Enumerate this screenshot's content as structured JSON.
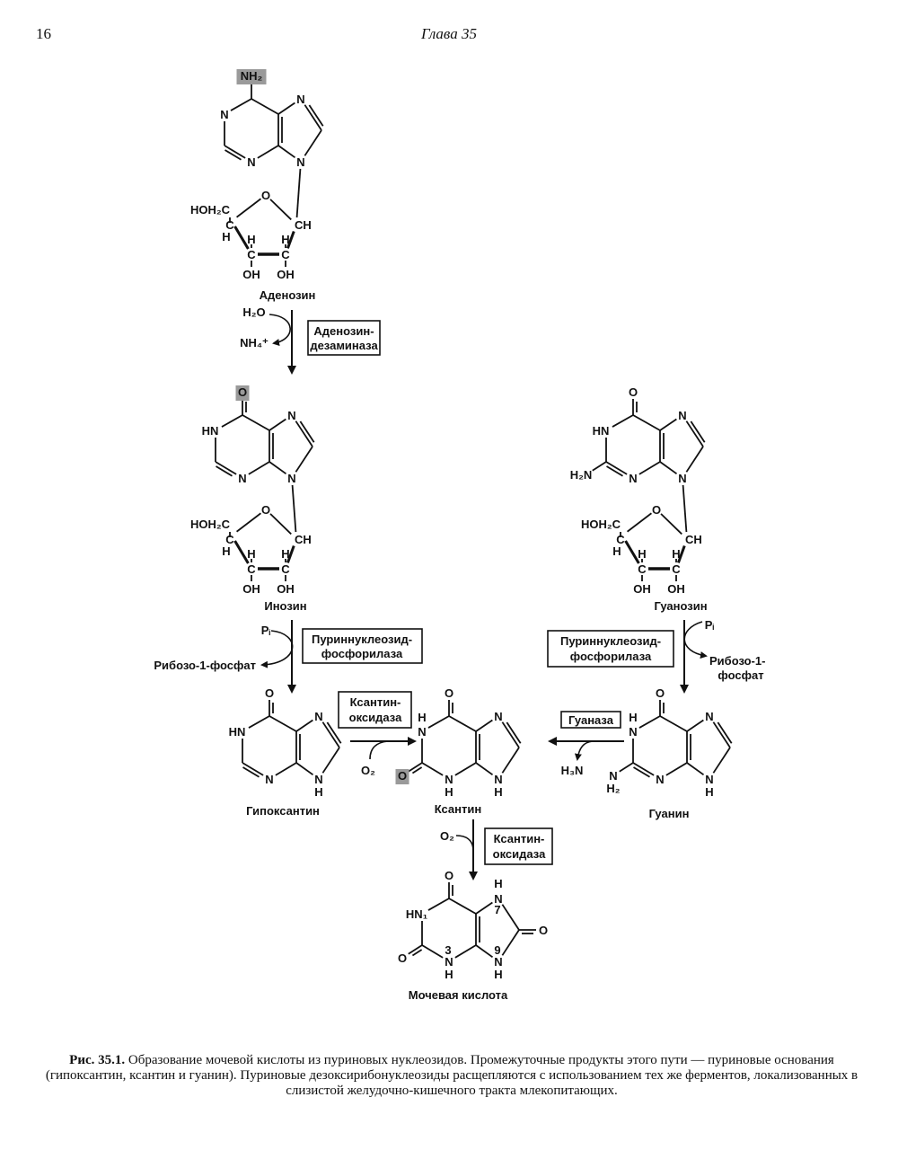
{
  "header": {
    "page_number": "16",
    "chapter": "Глава 35"
  },
  "molecules": {
    "adenosine": {
      "name": "Аденозин",
      "sub6": "NH₂",
      "n1": "N",
      "n3": "N",
      "n7": "N",
      "n9": "N"
    },
    "inosine": {
      "name": "Инозин",
      "sub6": "O",
      "n1": "HN",
      "n3": "N",
      "n7": "N",
      "n9": "N"
    },
    "guanosine": {
      "name": "Гуанозин",
      "sub6": "O",
      "n1": "HN",
      "sub2": "H₂N",
      "n3": "N",
      "n7": "N",
      "n9": "N"
    },
    "hypoxanthine": {
      "name": "Гипоксантин",
      "sub6": "O",
      "n1": "HN",
      "n3": "N",
      "n7": "N",
      "n9": "N",
      "h9": "H"
    },
    "xanthine": {
      "name": "Ксантин",
      "sub6": "O",
      "n1": "N",
      "h1": "H",
      "sub2": "O",
      "n3": "N",
      "h3": "H",
      "n7": "N",
      "n9": "N",
      "h9": "H"
    },
    "guanine": {
      "name": "Гуанин",
      "sub6": "O",
      "n1": "N",
      "h1": "H",
      "sub2": "N",
      "sub2h": "H₂",
      "n3": "N",
      "n7": "N",
      "n9": "N",
      "h9": "H"
    },
    "uric_acid": {
      "name": "Мочевая кислота",
      "sub6": "O",
      "n1": "HN₁",
      "sub2": "O",
      "n3": "N",
      "n3num": "3",
      "h3": "H",
      "n7": "N",
      "n7num": "7",
      "h7": "H",
      "sub8": "O",
      "n9": "N",
      "n9num": "9",
      "h9": "H"
    }
  },
  "ribose": {
    "ch2oh": "HOH₂C",
    "ring_o": "O",
    "c1": "CH",
    "c": "C",
    "h": "H",
    "oh": "OH"
  },
  "reactions": {
    "deamination": {
      "enzyme_line1": "Аденозин-",
      "enzyme_line2": "дезаминаза",
      "in": "H₂O",
      "out": "NH₄⁺"
    },
    "phosphorolysis_left": {
      "enzyme_line1": "Пуриннуклеозид-",
      "enzyme_line2": "фосфорилаза",
      "in": "Pᵢ",
      "out": "Рибозо-1-фосфат"
    },
    "phosphorolysis_right": {
      "enzyme_line1": "Пуриннуклеозид-",
      "enzyme_line2": "фосфорилаза",
      "in": "Pᵢ",
      "out_line1": "Рибозо-1-",
      "out_line2": "фосфат"
    },
    "xanthine_oxidase_1": {
      "enzyme_line1": "Ксантин-",
      "enzyme_line2": "оксидаза",
      "in": "O₂"
    },
    "guanase": {
      "enzyme": "Гуаназа",
      "out": "H₃N"
    },
    "xanthine_oxidase_2": {
      "enzyme_line1": "Ксантин-",
      "enzyme_line2": "оксидаза",
      "in": "O₂"
    }
  },
  "caption": {
    "label": "Рис. 35.1.",
    "text": "Образование мочевой кислоты из пуриновых нуклеозидов. Промежуточные продукты этого пути — пуриновые основания (гипоксантин, ксантин и гуанин). Пуриновые дезоксирибонуклеозиды расщепляются с использованием тех же ферментов, локализованных в слизистой желудочно-кишечного тракта млекопитающих."
  },
  "colors": {
    "highlight": "#9a9a9a",
    "ink": "#111111"
  }
}
